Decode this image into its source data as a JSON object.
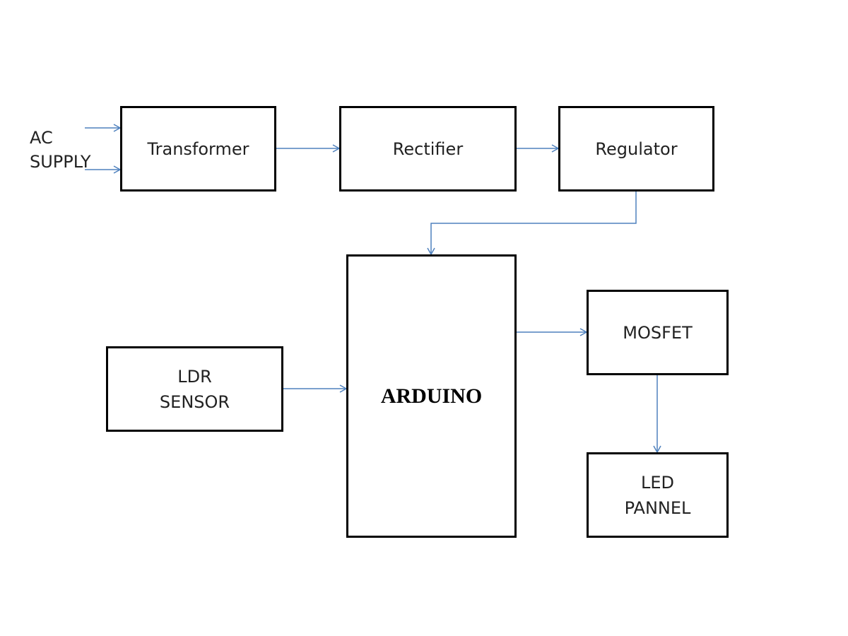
{
  "diagram": {
    "ac_supply": {
      "line1": "AC",
      "line2": "SUPPLY"
    },
    "blocks": {
      "transformer": "Transformer",
      "rectifier": "Rectifier",
      "regulator": "Regulator",
      "arduino": "ARDUINO",
      "ldr": {
        "line1": "LDR",
        "line2": "SENSOR"
      },
      "mosfet": "MOSFET",
      "led": {
        "line1": "LED",
        "line2": "PANNEL"
      }
    },
    "colors": {
      "block_border": "#000000",
      "connector": "#4f81bd",
      "text": "#222222"
    }
  }
}
